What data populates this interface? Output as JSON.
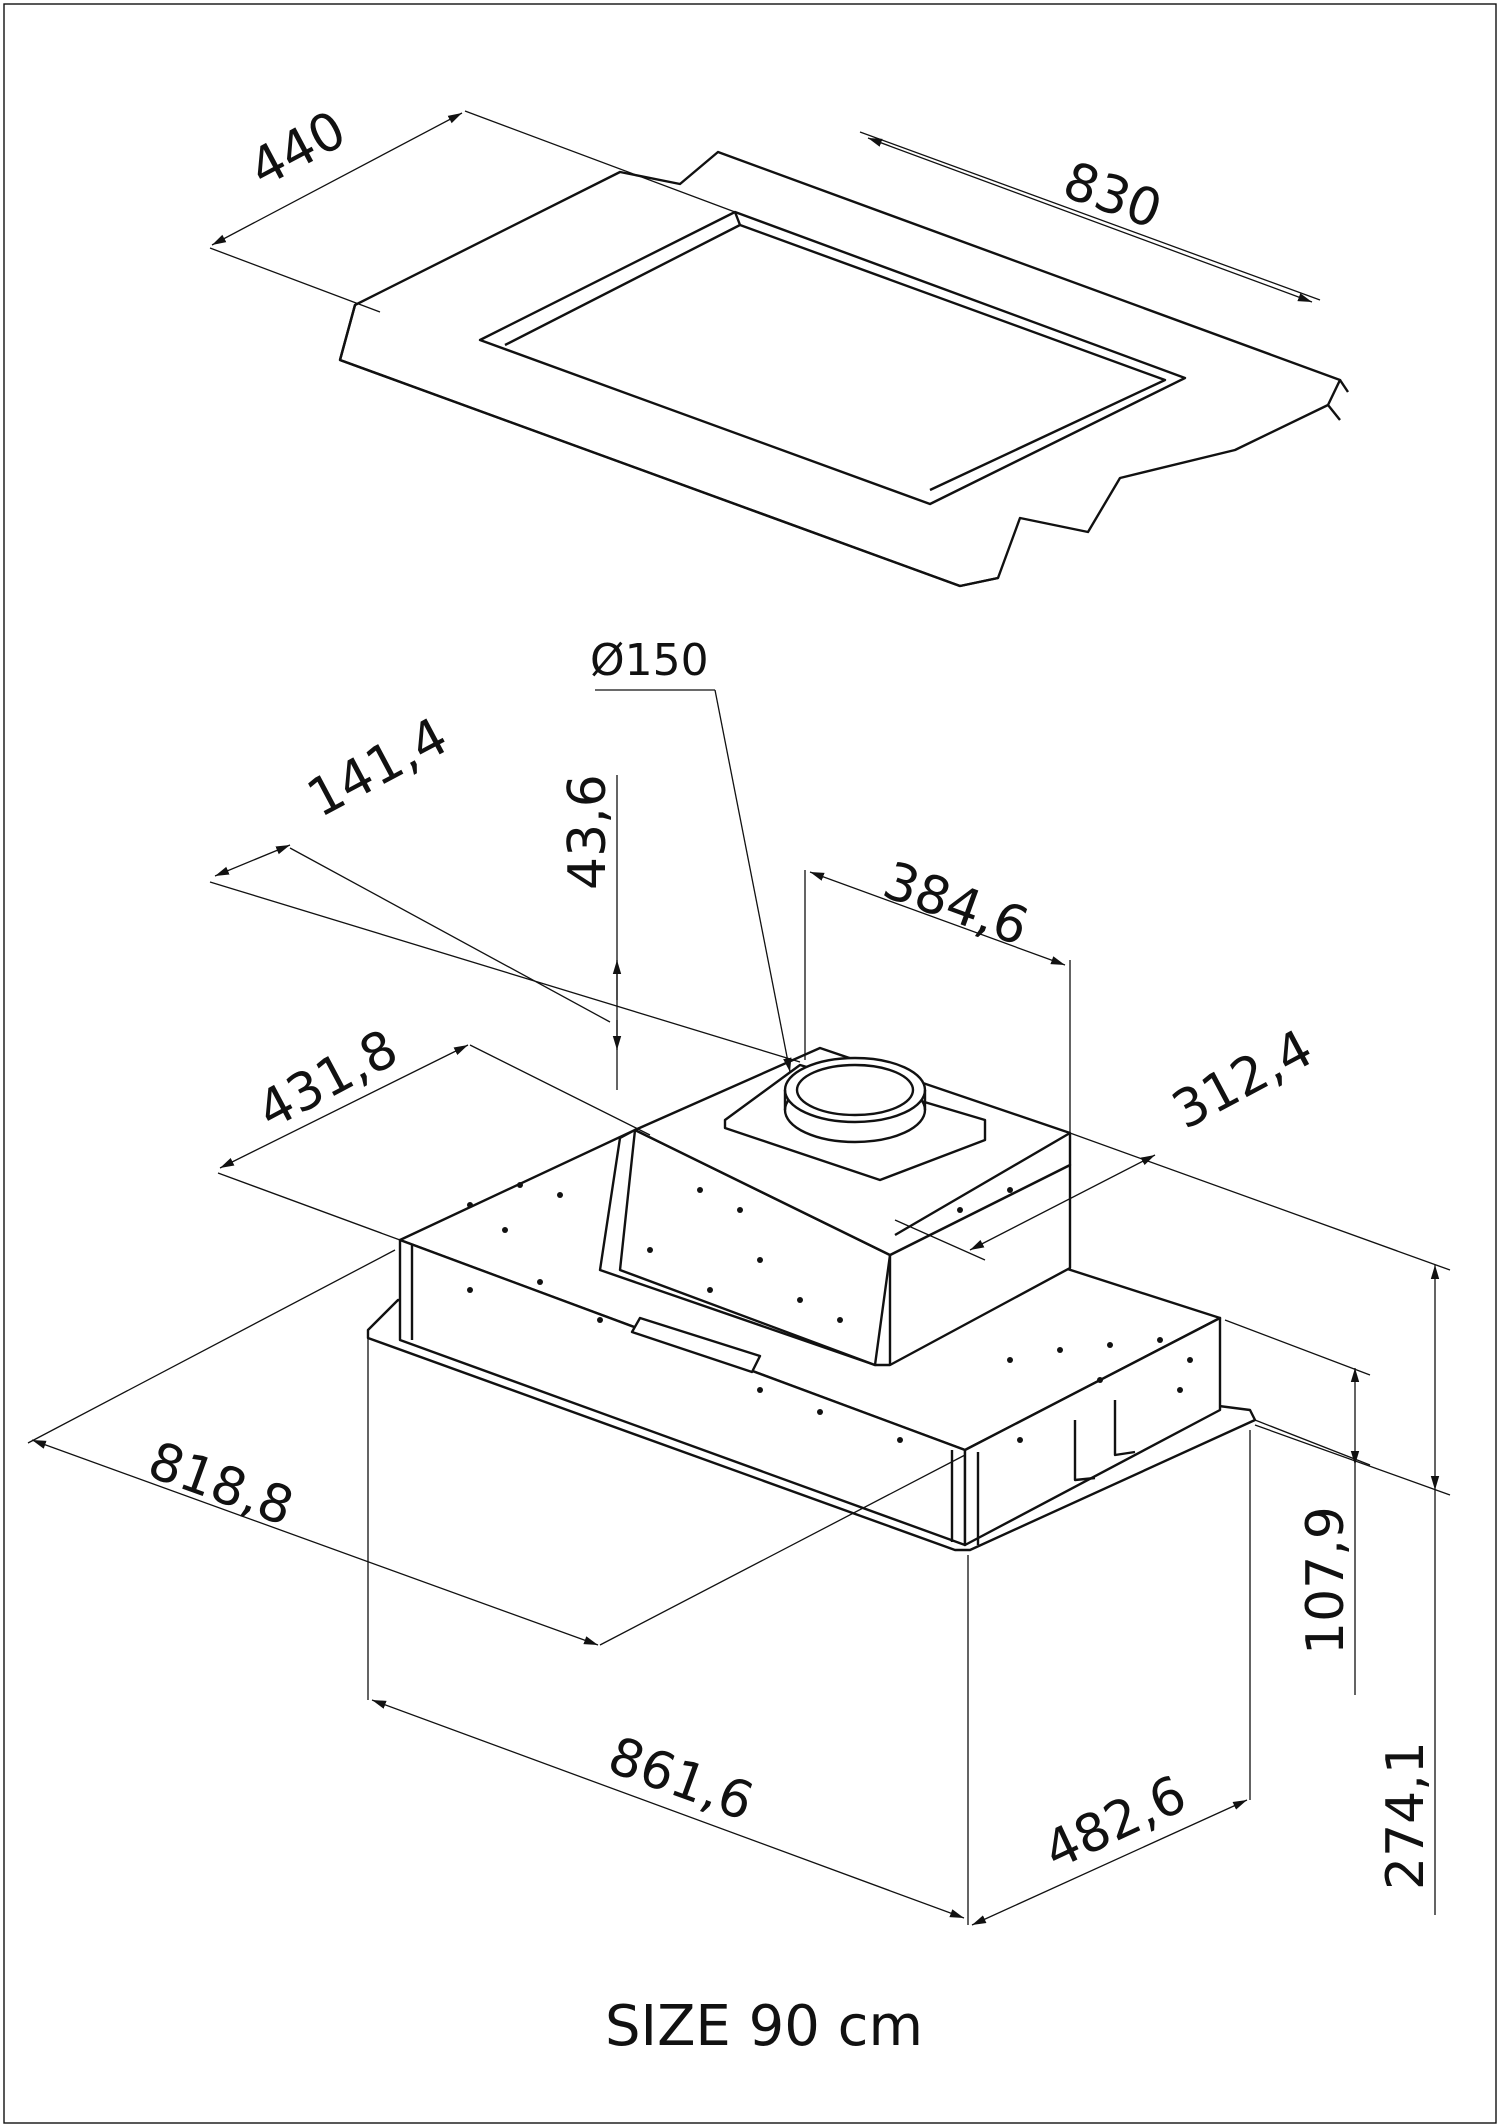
{
  "drawing": {
    "frame_color": "#111111",
    "background": "#ffffff"
  },
  "dimensions": {
    "frame_depth": "440",
    "frame_width": "830",
    "duct_diameter": "Ø150",
    "motor_offset": "141,4",
    "collar_height": "43,6",
    "motor_width": "384,6",
    "motor_depth": "431,8",
    "motor_length": "312,4",
    "body_length": "818,8",
    "body_height": "107,9",
    "total_height": "274,1",
    "flange_length": "861,6",
    "flange_depth": "482,6"
  },
  "caption": "SIZE 90 cm"
}
